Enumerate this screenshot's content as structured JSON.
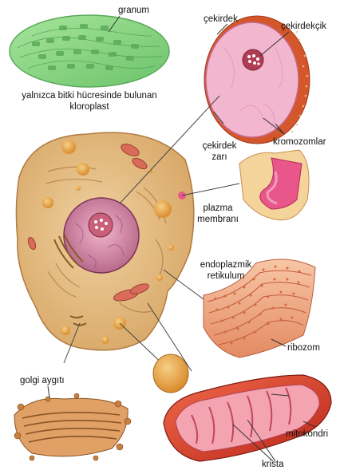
{
  "labels": {
    "granum": "granum",
    "chloroplast_caption_line1": "yalnızca bitki hücresinde bulunan",
    "chloroplast_caption_line2": "kloroplast",
    "cekirdek": "çekirdek",
    "cekirdekcik": "çekirdekçik",
    "kromozomlar": "kromozomlar",
    "cekirdek_zari_line1": "çekirdek",
    "cekirdek_zari_line2": "zarı",
    "plazma_membrani_line1": "plazma",
    "plazma_membrani_line2": "membranı",
    "endoplazmik_retikulum_line1": "endoplazmik",
    "endoplazmik_retikulum_line2": "retikulum",
    "ribozom": "ribozom",
    "golgi_aygiti": "golgi aygıtı",
    "mitokondri": "mitokondri",
    "krista": "krista"
  },
  "colors": {
    "chloroplast_fill": "#8ed98a",
    "nucleus_pink": "#f0a8c8",
    "nucleus_shell": "#e0603a",
    "cell_body": "#e8c08a",
    "golgi": "#d49a5a",
    "mito_outer": "#e0422a",
    "mito_inner": "#f19aa8",
    "er": "#f2b089",
    "leader_line": "#444444"
  }
}
